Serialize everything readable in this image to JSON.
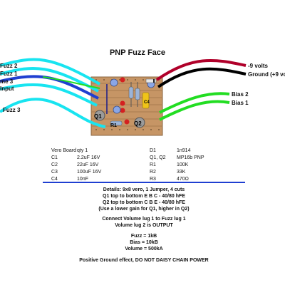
{
  "title": "PNP Fuzz Face",
  "left_labels": [
    "Fuzz 2",
    "Fuzz 1",
    "me 3",
    "Input",
    "Fuzz 3"
  ],
  "right_labels": [
    "-9 volts",
    "Ground (+9 vo",
    "Bias 2",
    "Bias 1"
  ],
  "board_labels": {
    "q1": "Q1",
    "q2": "Q2",
    "r1": "R1",
    "c4": "C4"
  },
  "parts_left": [
    [
      "Vero Board",
      "qty 1"
    ],
    [
      "C1",
      "2.2uF 16V"
    ],
    [
      "C2",
      "22uF 16V"
    ],
    [
      "C3",
      "100uF 16V"
    ],
    [
      "C4",
      "10nF"
    ]
  ],
  "parts_right": [
    [
      "D1",
      "1n914"
    ],
    [
      "Q1, Q2",
      "MP16b PNP"
    ],
    [
      "R1",
      "100K"
    ],
    [
      "R2",
      "33K"
    ],
    [
      "R3",
      "470Ω"
    ]
  ],
  "details": [
    "Details: 9x8 vero, 1 Jumper, 4 cuts",
    "Q1 top to bottom E B C  - 40/80 hFE",
    "Q2 top to bottom C B E - 40/80 hFE",
    "(Use a lower gain for Q1, higher in Q2)"
  ],
  "volume_notes": [
    "Connect Volume lug 1 to Fuzz lug 1",
    "Volume lug 2 is OUTPUT"
  ],
  "pot_values": [
    "Fuzz = 1kB",
    "Bias = 10kB",
    "Volume = 500kA"
  ],
  "footer": "Positive Ground effect, DO NOT DAISY CHAIN POWER",
  "colors": {
    "board": "#c69565",
    "strip_line": "#a87a4f",
    "wire_cyan": "#18e4f0",
    "wire_green": "#22dd22",
    "wire_blue": "#1f3fd1",
    "wire_red": "#b0002a",
    "wire_black": "#000000",
    "divider": "#1f3fd1"
  }
}
